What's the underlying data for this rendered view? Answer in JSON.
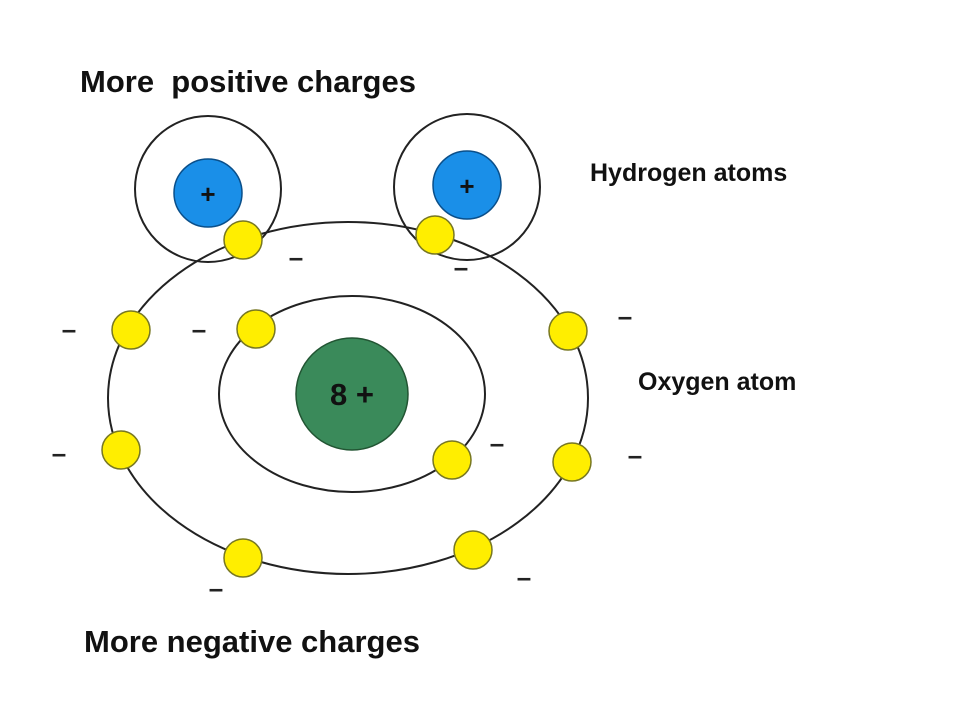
{
  "labels": {
    "top": "More  positive charges",
    "bottom": "More negative charges",
    "hydrogen": "Hydrogen atoms",
    "oxygen": "Oxygen atom"
  },
  "oxygen": {
    "nucleus": "8 +",
    "inner_electrons": 2,
    "outer_electrons": 8
  },
  "hydrogen_atoms": [
    {
      "nucleus": "+"
    },
    {
      "nucleus": "+"
    }
  ],
  "charge_sign": "–",
  "colors": {
    "oxygen_nucleus": "#3a8a5a",
    "hydrogen_nucleus": "#1a8fe8",
    "electron": "#ffee00",
    "orbit": "#222222"
  }
}
